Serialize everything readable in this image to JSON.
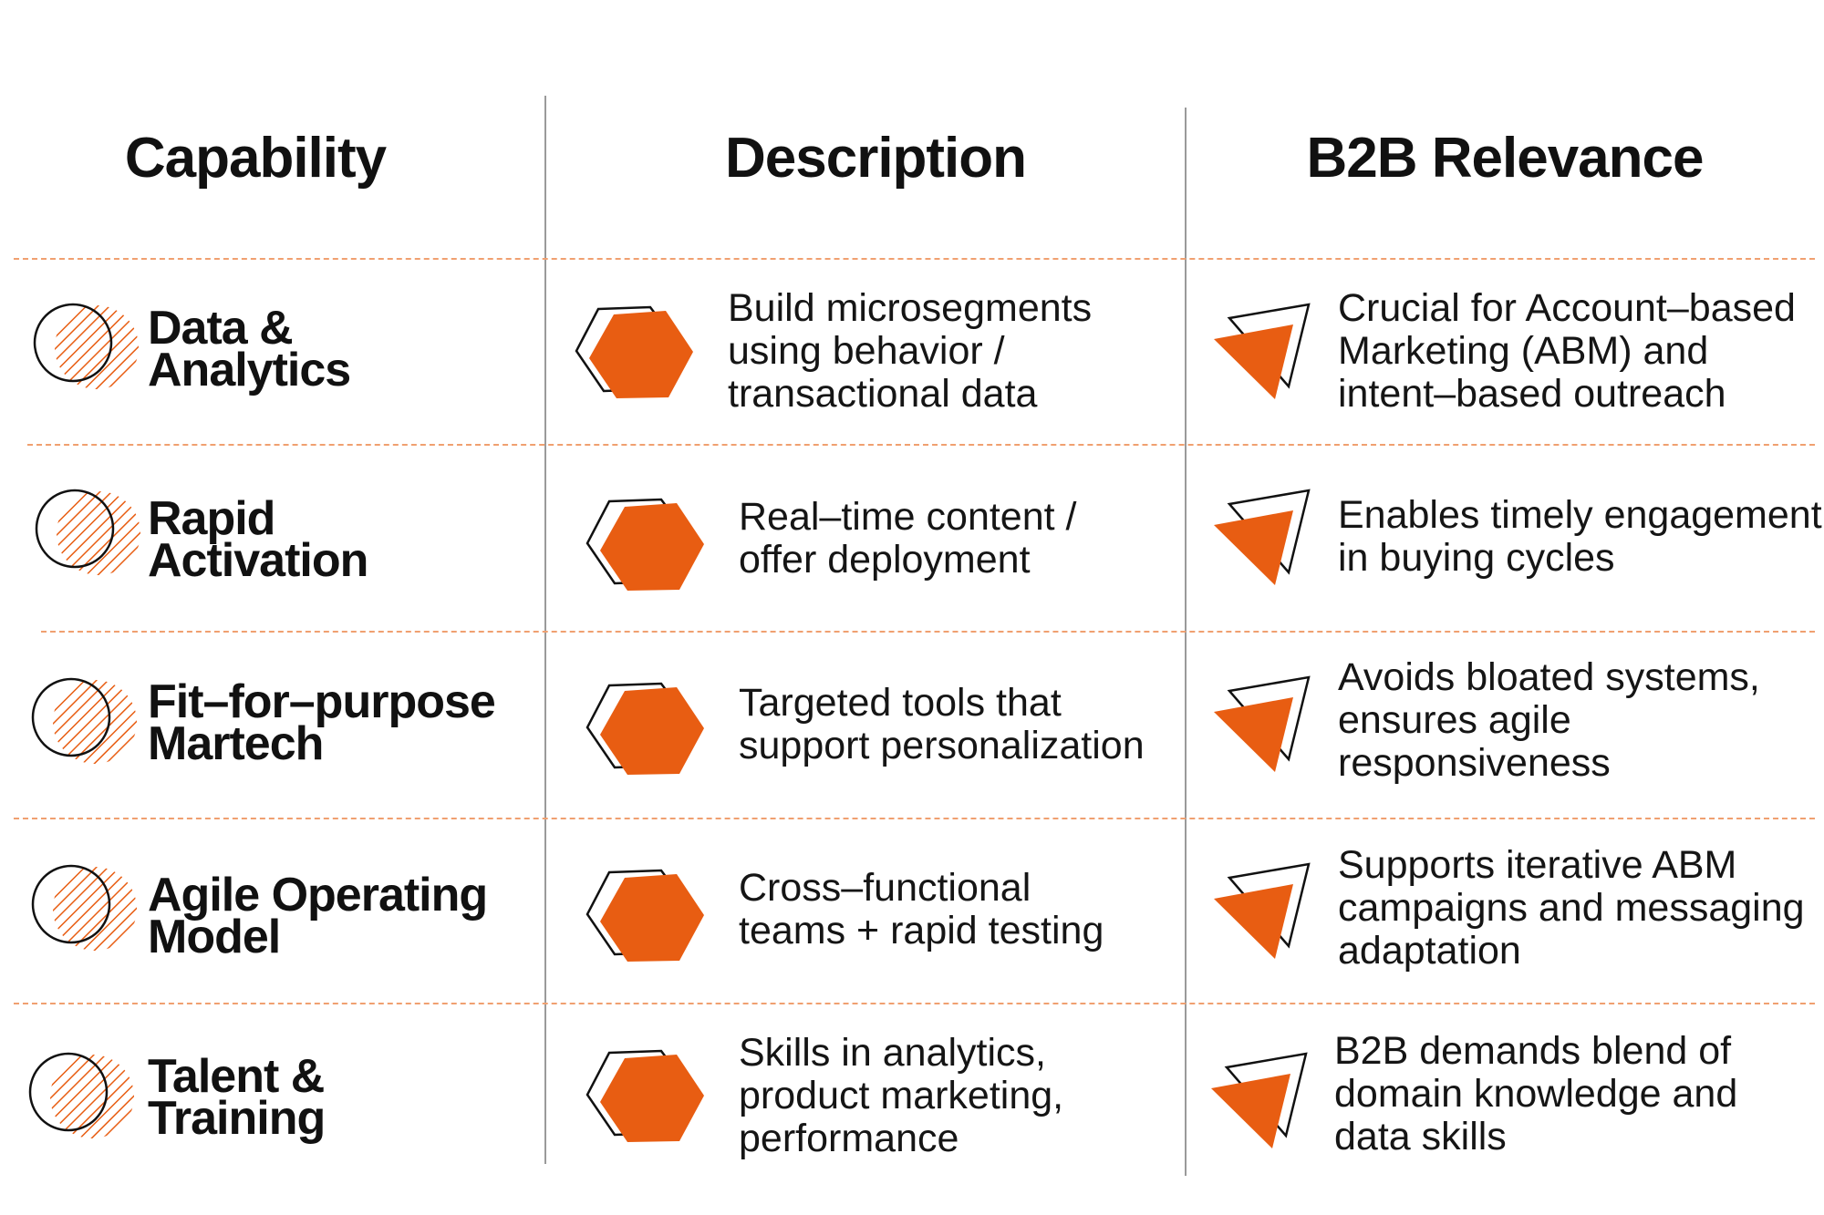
{
  "colors": {
    "accent": "#e85d12",
    "divider": "#f0a070",
    "rule": "#9a9a9a"
  },
  "headers": {
    "capability": "Capability",
    "description": "Description",
    "relevance": "B2B Relevance"
  },
  "icons": {
    "capability": "hatched-circle-icon",
    "description": "hexagon-icon",
    "relevance": "triangle-icon"
  },
  "rows": [
    {
      "capability": "Data &\nAnalytics",
      "description": "Build microsegments\nusing behavior /\ntransactional data",
      "relevance": "Crucial for Account–based\nMarketing (ABM) and\nintent–based outreach"
    },
    {
      "capability": "Rapid\nActivation",
      "description": "Real–time content /\noffer deployment",
      "relevance": "Enables timely engagement\nin buying cycles"
    },
    {
      "capability": "Fit–for–purpose\nMartech",
      "description": "Targeted tools that\nsupport personalization",
      "relevance": "Avoids bloated systems,\nensures agile\nresponsiveness"
    },
    {
      "capability": "Agile Operating\nModel",
      "description": "Cross–functional\nteams + rapid testing",
      "relevance": "Supports iterative ABM\ncampaigns and messaging\nadaptation"
    },
    {
      "capability": "Talent &\nTraining",
      "description": "Skills in analytics,\nproduct marketing,\nperformance",
      "relevance": "B2B demands blend of\ndomain knowledge and\ndata skills"
    }
  ]
}
